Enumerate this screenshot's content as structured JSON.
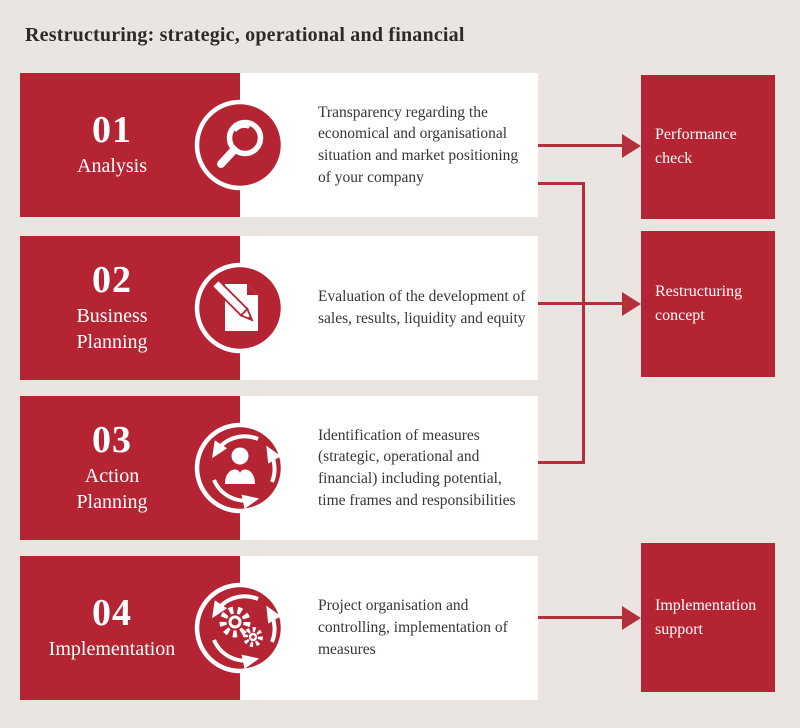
{
  "title": "Restructuring: strategic, operational and financial",
  "colors": {
    "accent_red": "#b52433",
    "connector_red": "#b52e3b",
    "background": "#eae5e1",
    "panel_white": "#ffffff",
    "text_dark": "#2e2a27",
    "text_body": "#3a3532"
  },
  "steps": [
    {
      "number": "01",
      "label": "Analysis",
      "icon": "magnifier-icon",
      "description": "Transparency regarding the economical and organisational situation and market positioning of your company"
    },
    {
      "number": "02",
      "label": "Business\nPlanning",
      "icon": "document-pen-icon",
      "description": "Evaluation of the development of sales, results, liquidity and equity"
    },
    {
      "number": "03",
      "label": "Action\nPlanning",
      "icon": "person-cycle-icon",
      "description": "Identification of measures (strategic, operational and financial) including potential, time frames and responsibilities"
    },
    {
      "number": "04",
      "label": "Implementation",
      "icon": "gears-cycle-icon",
      "description": "Project organisation and controlling, implementation of measures"
    }
  ],
  "outputs": [
    {
      "label": "Performance check"
    },
    {
      "label": "Restructuring concept"
    },
    {
      "label": "Implementation support"
    }
  ]
}
